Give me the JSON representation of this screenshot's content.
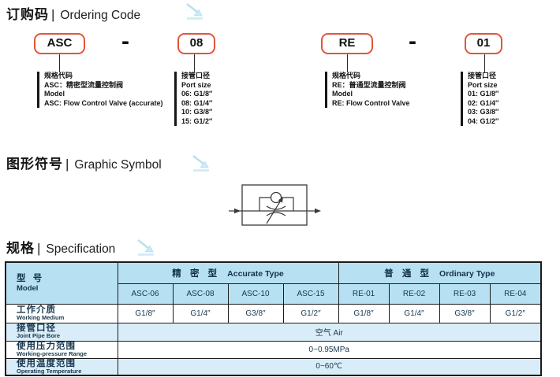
{
  "headings": {
    "separator": "|",
    "ordering": {
      "zh": "订购码",
      "en": "Ordering Code"
    },
    "graphic": {
      "zh": "图形符号",
      "en": "Graphic Symbol"
    },
    "spec": {
      "zh": "规格",
      "en": "Specification"
    }
  },
  "ordering_code": {
    "dash": "-",
    "groups": [
      {
        "code": "ASC",
        "lines": [
          "规格代码",
          "ASC：精密型流量控制阀",
          "Model",
          "ASC: Flow Control Valve (accurate)"
        ]
      },
      {
        "code": "08",
        "lines": [
          "接管口径",
          "Port size",
          "06: G1/8″",
          "08: G1/4″",
          "10: G3/8″",
          "15: G1/2″"
        ]
      },
      {
        "code": "RE",
        "lines": [
          "规格代码",
          "RE：普通型流量控制阀",
          "Model",
          "RE: Flow Control Valve"
        ]
      },
      {
        "code": "01",
        "lines": [
          "接管口径",
          "Port size",
          "01: G1/8″",
          "02: G1/4″",
          "03: G3/8″",
          "04: G1/2″"
        ]
      }
    ]
  },
  "graphic_symbol": {
    "name": "one-way flow control valve symbol (check valve in parallel with adjustable throttle)"
  },
  "spec_table": {
    "model_header": {
      "zh": "型 号",
      "en": "Model"
    },
    "groups": [
      {
        "zh": "精 密 型",
        "en": "Accurate Type"
      },
      {
        "zh": "普 通 型",
        "en": "Ordinary Type"
      }
    ],
    "models": [
      "ASC-06",
      "ASC-08",
      "ASC-10",
      "ASC-15",
      "RE-01",
      "RE-02",
      "RE-03",
      "RE-04"
    ],
    "rows": [
      {
        "zh": "工作介质",
        "en": "Working Medium",
        "values": [
          "G1/8″",
          "G1/4″",
          "G3/8″",
          "G1/2″",
          "G1/8″",
          "G1/4″",
          "G3/8″",
          "G1/2″"
        ]
      },
      {
        "zh": "接管口径",
        "en": "Joint Pipe Bore",
        "value": "空气  Air"
      },
      {
        "zh": "使用压力范围",
        "en": "Working-pressure Range",
        "value": "0~0.95MPa"
      },
      {
        "zh": "使用温度范围",
        "en": "Operating Temperature",
        "value": "0~60℃"
      }
    ]
  },
  "colors": {
    "accent_red": "#e2553a",
    "header_blue": "#b7e1f2",
    "light_blue_row": "#d9edf8",
    "arrow_blue": "#b9e0f2",
    "border_dark": "#1b1b1b"
  }
}
